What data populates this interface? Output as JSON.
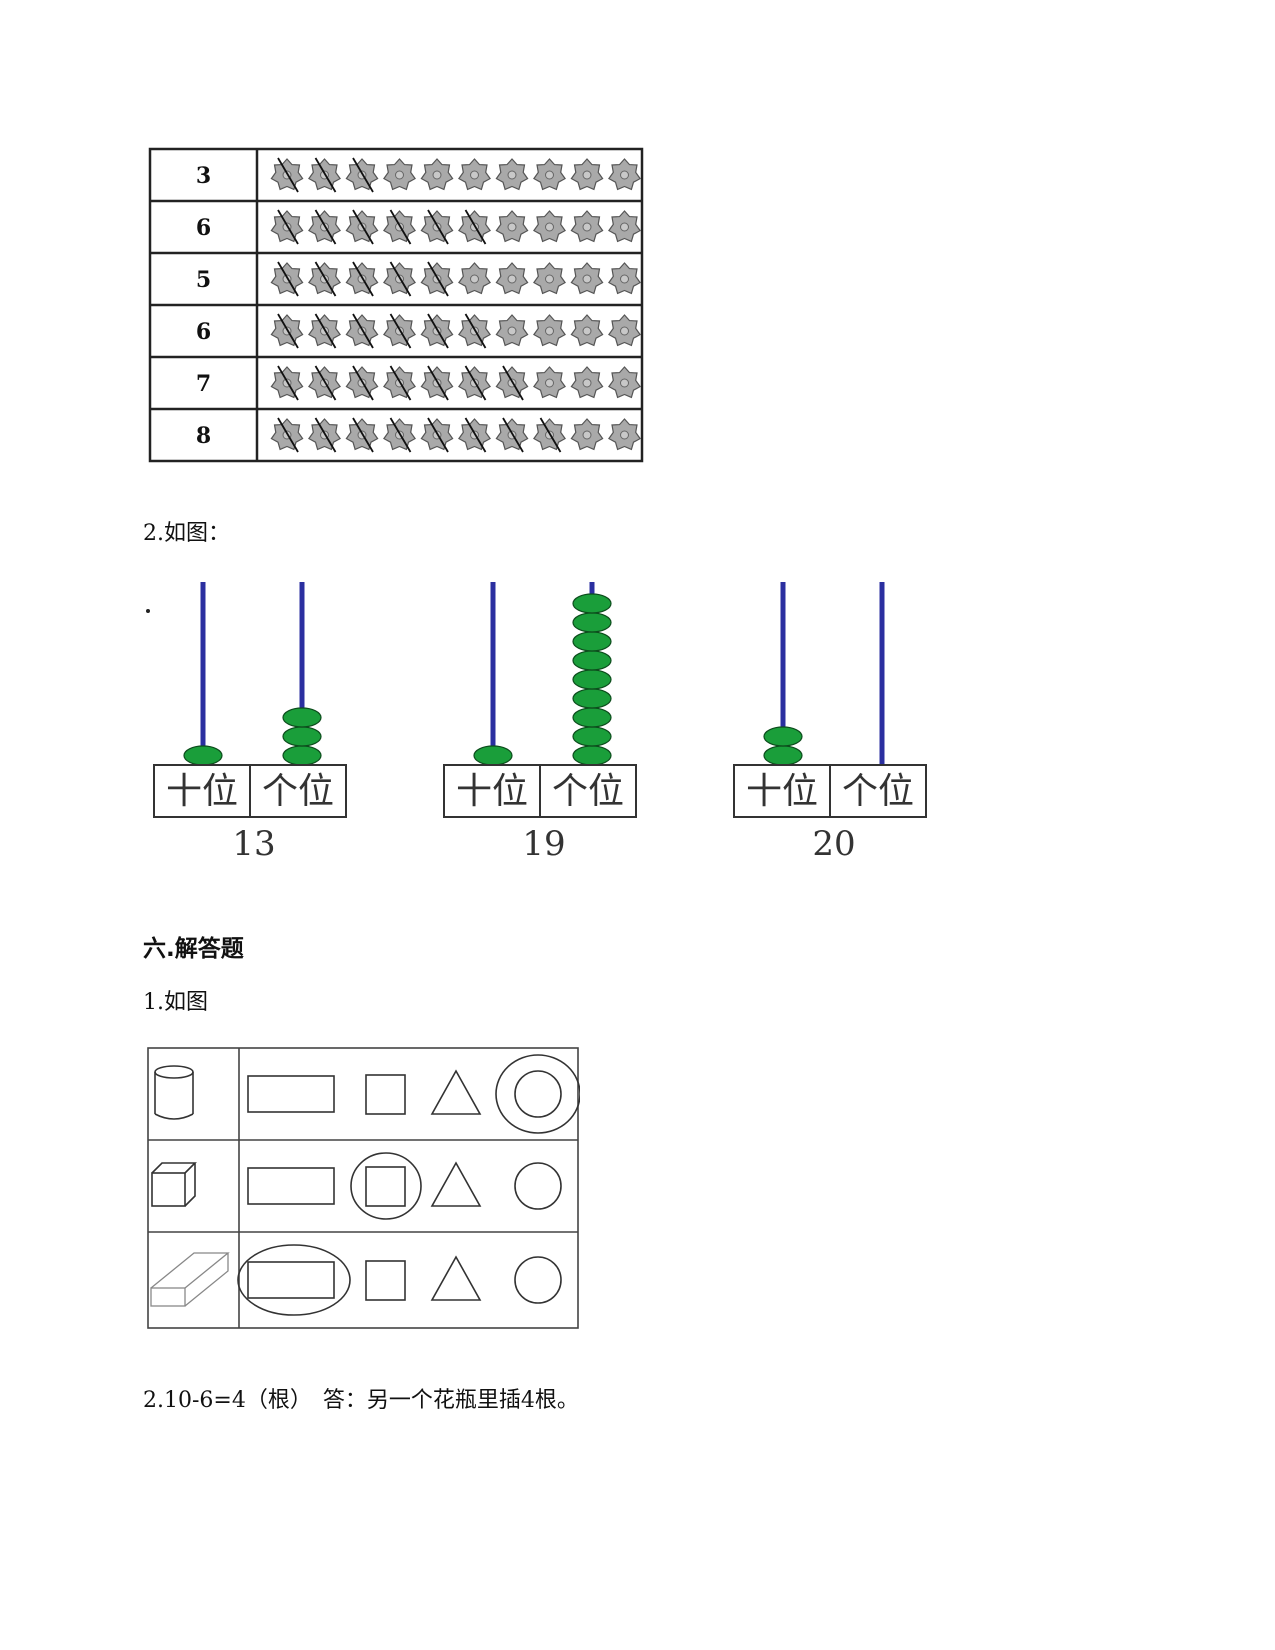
{
  "section5": {
    "flower_table": {
      "rows": [
        {
          "number": "3",
          "crossed": 3,
          "total": 10
        },
        {
          "number": "6",
          "crossed": 6,
          "total": 10
        },
        {
          "number": "5",
          "crossed": 5,
          "total": 10
        },
        {
          "number": "6",
          "crossed": 6,
          "total": 10
        },
        {
          "number": "7",
          "crossed": 7,
          "total": 10
        },
        {
          "number": "8",
          "crossed": 8,
          "total": 10
        }
      ]
    },
    "q2_label": "2.如图：",
    "abacuses": [
      {
        "tens_label": "十位",
        "ones_label": "个位",
        "tens_beads": 1,
        "ones_beads": 3,
        "value": "13"
      },
      {
        "tens_label": "十位",
        "ones_label": "个位",
        "tens_beads": 1,
        "ones_beads": 9,
        "value": "19"
      },
      {
        "tens_label": "十位",
        "ones_label": "个位",
        "tens_beads": 2,
        "ones_beads": 0,
        "value": "20"
      }
    ]
  },
  "section6": {
    "heading": "六.解答题",
    "q1_label": "1.如图",
    "shape_table": {
      "rows": [
        {
          "solid": "cylinder-icon",
          "circled": "circle"
        },
        {
          "solid": "cube-icon",
          "circled": "square"
        },
        {
          "solid": "cuboid-icon",
          "circled": "rectangle"
        }
      ]
    },
    "q2_answer": "2.10-6=4（根）　答：另一个花瓶里插4根。"
  },
  "colors": {
    "rod": "#2b2fa0",
    "bead": "#1a9e3a",
    "flower": "#a9a9a9",
    "line": "#222222"
  }
}
